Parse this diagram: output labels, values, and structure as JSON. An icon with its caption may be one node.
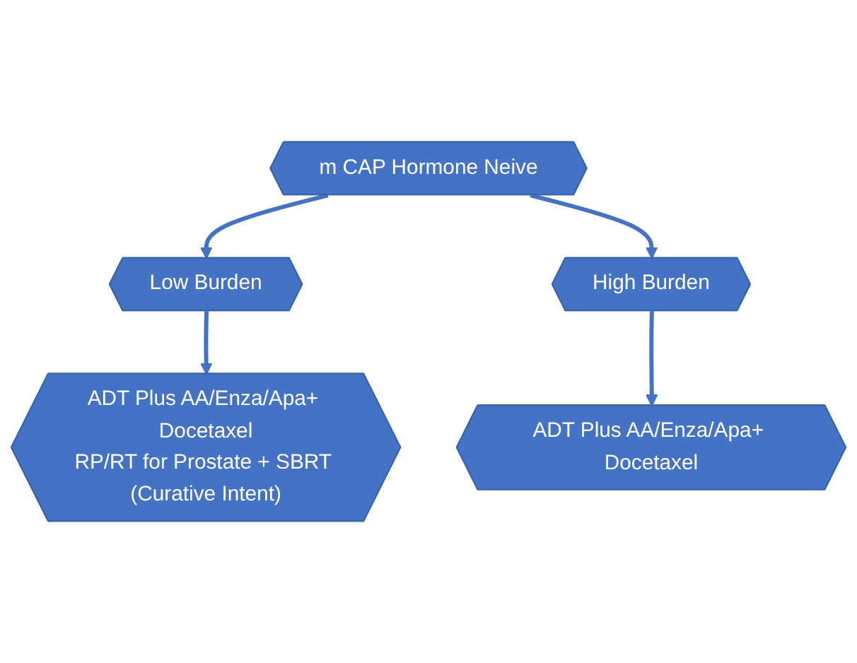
{
  "diagram": {
    "nodes": [
      {
        "text": [
          "m CAP Hormone Neive"
        ]
      },
      {
        "text": [
          "Low Burden"
        ]
      },
      {
        "text": [
          "High Burden"
        ]
      },
      {
        "text": [
          "ADT Plus AA/Enza/Apa+ Docetaxel",
          "RP/RT for Prostate + SBRT (Curative Intent)"
        ]
      },
      {
        "text": [
          "ADT Plus AA/Enza/Apa+ Docetaxel"
        ]
      }
    ],
    "edges": [
      {
        "from": 0,
        "to": 1,
        "arrow": "to"
      },
      {
        "from": 0,
        "to": 2,
        "arrow": "to"
      },
      {
        "from": 1,
        "to": 3,
        "arrow": "to"
      },
      {
        "from": 2,
        "to": 4,
        "arrow": "to"
      }
    ]
  }
}
